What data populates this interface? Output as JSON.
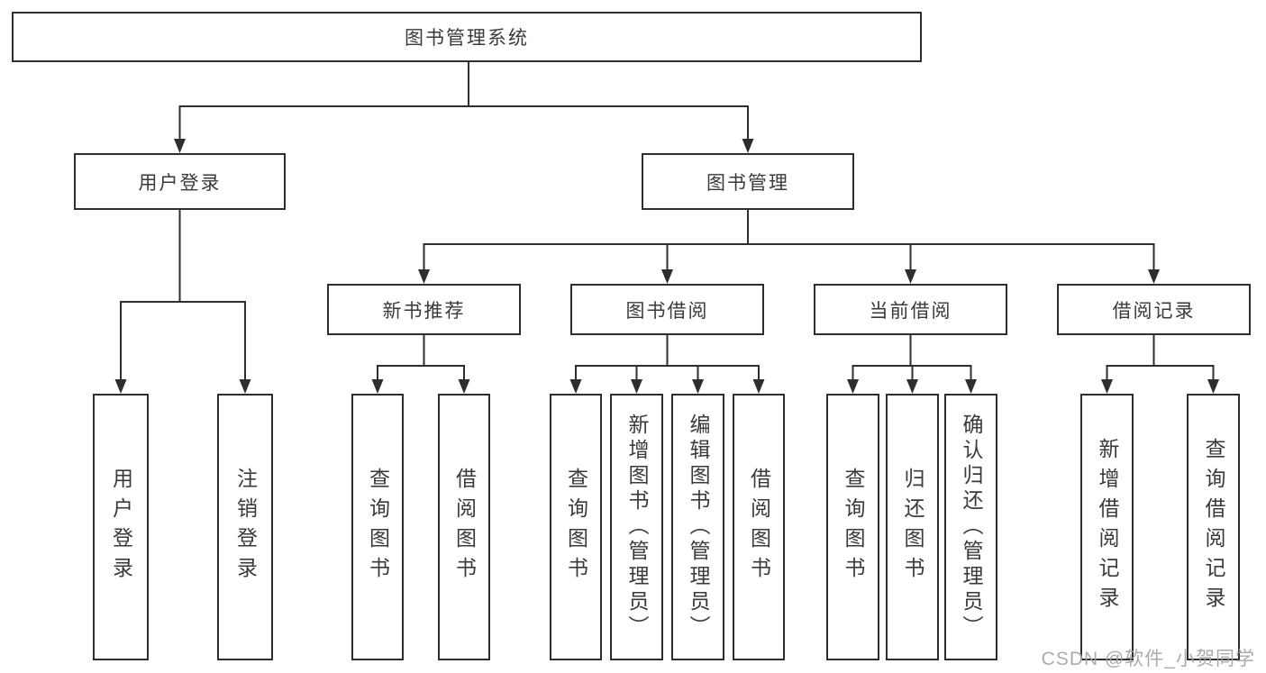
{
  "diagram": {
    "root": {
      "label": "图书管理系统"
    },
    "branches": [
      {
        "label": "用户登录",
        "children": [
          {
            "label": "用户登录"
          },
          {
            "label": "注销登录"
          }
        ]
      },
      {
        "label": "图书管理",
        "children": [
          {
            "label": "新书推荐",
            "children": [
              {
                "label": "查询图书"
              },
              {
                "label": "借阅图书"
              }
            ]
          },
          {
            "label": "图书借阅",
            "children": [
              {
                "label": "查询图书"
              },
              {
                "label": "新增图书（管理员）"
              },
              {
                "label": "编辑图书（管理员）"
              },
              {
                "label": "借阅图书"
              }
            ]
          },
          {
            "label": "当前借阅",
            "children": [
              {
                "label": "查询图书"
              },
              {
                "label": "归还图书"
              },
              {
                "label": "确认归还（管理员）"
              }
            ]
          },
          {
            "label": "借阅记录",
            "children": [
              {
                "label": "新增借阅记录"
              },
              {
                "label": "查询借阅记录"
              }
            ]
          }
        ]
      }
    ],
    "watermark": {
      "text": "CSDN @软件_小贺同学"
    },
    "colors": {
      "line": "#2e2e2e",
      "text": "#3a3a3a",
      "background": "#ffffff",
      "watermark": "#a3a3a3"
    }
  }
}
